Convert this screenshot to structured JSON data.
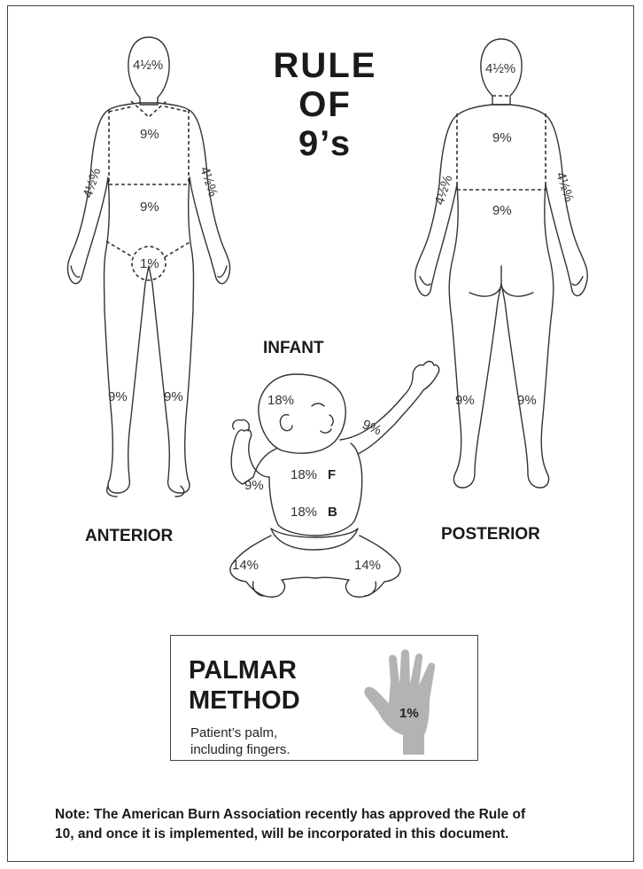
{
  "title_lines": [
    "RULE",
    "OF",
    "9’s"
  ],
  "anterior": {
    "label": "ANTERIOR",
    "head": "4½%",
    "chest": "9%",
    "abdomen": "9%",
    "left_arm": "4½%",
    "right_arm": "4½%",
    "genitals": "1%",
    "left_leg": "9%",
    "right_leg": "9%"
  },
  "posterior": {
    "label": "POSTERIOR",
    "head": "4½%",
    "upper_back": "9%",
    "lower_back": "9%",
    "left_arm": "4½%",
    "right_arm": "4½%",
    "left_leg": "9%",
    "right_leg": "9%"
  },
  "infant": {
    "label": "INFANT",
    "head": "18%",
    "front_trunk": "18%",
    "front_letter": "F",
    "back_trunk": "18%",
    "back_letter": "B",
    "left_arm": "9%",
    "right_arm": "9%",
    "left_leg": "14%",
    "right_leg": "14%"
  },
  "palmar": {
    "title_line1": "PALMAR",
    "title_line2": "METHOD",
    "desc_line1": "Patient’s palm,",
    "desc_line2": "including fingers.",
    "hand_pct": "1%"
  },
  "note": {
    "line1": "Note:  The American Burn Association recently has approved the Rule of",
    "line2": "10, and once it is implemented, will be incorporated in this document."
  },
  "colors": {
    "outline": "#333333",
    "hand_fill": "#b3b3b3"
  }
}
